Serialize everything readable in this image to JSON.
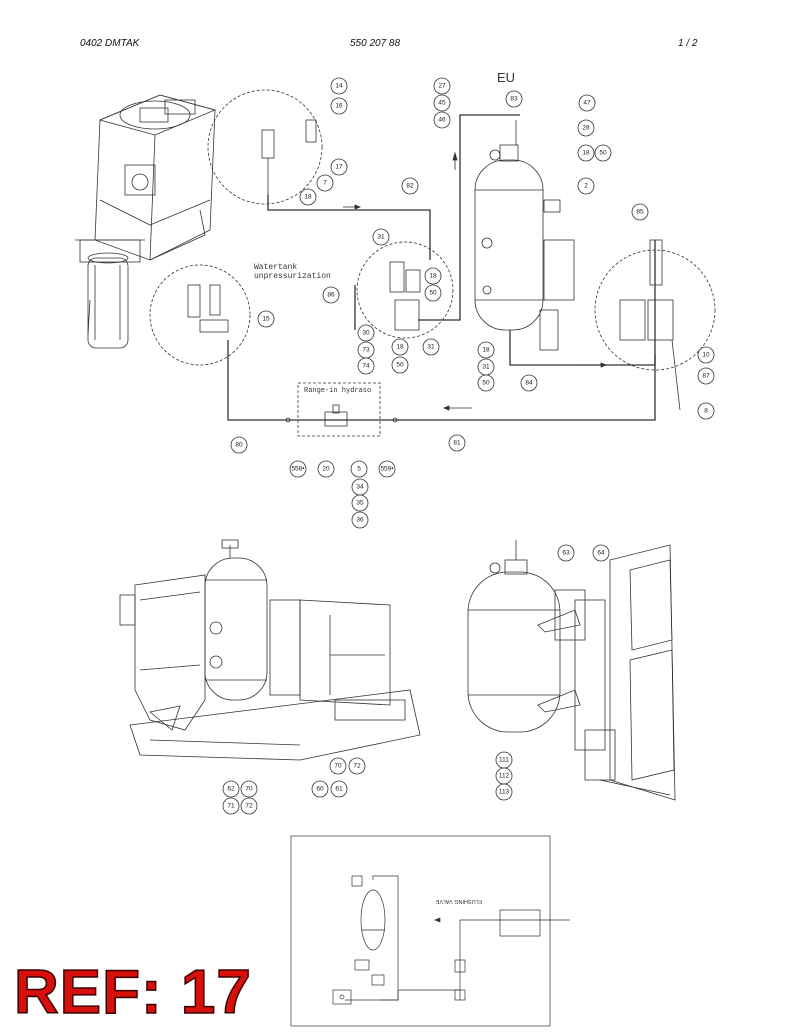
{
  "header": {
    "left": "0402 DMTAK",
    "center": "550 207 88",
    "right": "1 /   2"
  },
  "diagram": {
    "region_label": "EU",
    "note_watertank": [
      "Watertank",
      "unpressurization"
    ],
    "note_range": "Range-in hydraso",
    "flushing_valve": "FLUSHING VALVE",
    "callouts": [
      {
        "label": "14"
      },
      {
        "label": "16"
      },
      {
        "label": "17"
      },
      {
        "label": "7"
      },
      {
        "label": "18"
      },
      {
        "label": "27"
      },
      {
        "label": "45"
      },
      {
        "label": "46"
      },
      {
        "label": "83"
      },
      {
        "label": "47"
      },
      {
        "label": "28"
      },
      {
        "label": "18"
      },
      {
        "label": "50"
      },
      {
        "label": "2"
      },
      {
        "label": "82"
      },
      {
        "label": "85"
      },
      {
        "label": "31"
      },
      {
        "label": "18"
      },
      {
        "label": "50"
      },
      {
        "label": "86"
      },
      {
        "label": "15"
      },
      {
        "label": "30"
      },
      {
        "label": "73"
      },
      {
        "label": "74"
      },
      {
        "label": "18"
      },
      {
        "label": "31"
      },
      {
        "label": "50"
      },
      {
        "label": "18"
      },
      {
        "label": "31"
      },
      {
        "label": "50"
      },
      {
        "label": "84"
      },
      {
        "label": "10"
      },
      {
        "label": "87"
      },
      {
        "label": "8"
      },
      {
        "label": "80"
      },
      {
        "label": "81"
      },
      {
        "label": "558•"
      },
      {
        "label": "20"
      },
      {
        "label": "5"
      },
      {
        "label": "559•"
      },
      {
        "label": "34"
      },
      {
        "label": "35"
      },
      {
        "label": "36"
      },
      {
        "label": "63"
      },
      {
        "label": "64"
      },
      {
        "label": "70"
      },
      {
        "label": "72"
      },
      {
        "label": "62"
      },
      {
        "label": "70"
      },
      {
        "label": "71"
      },
      {
        "label": "72"
      },
      {
        "label": "60"
      },
      {
        "label": "61"
      },
      {
        "label": "111"
      },
      {
        "label": "112"
      },
      {
        "label": "113"
      }
    ]
  },
  "footer": {
    "ref_label": "REF: 17"
  }
}
